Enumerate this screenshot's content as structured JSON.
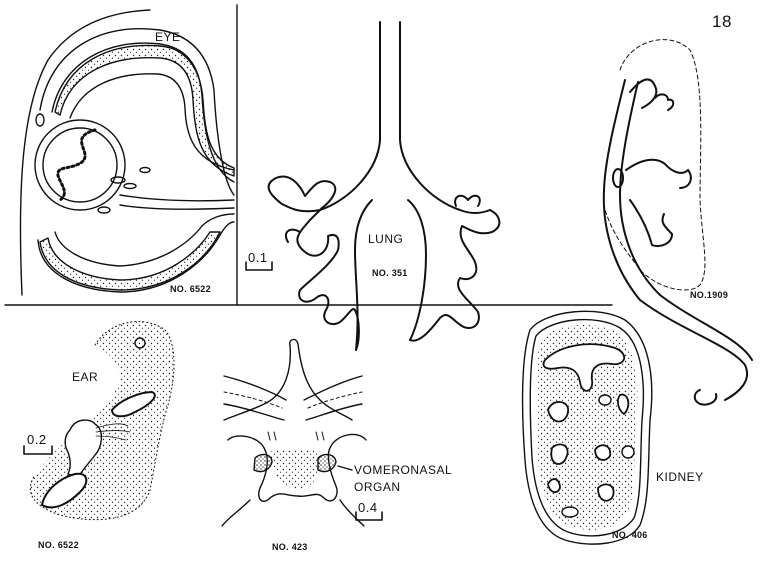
{
  "plate_number": "18",
  "panels": {
    "eye": {
      "label": "EYE",
      "specimen": "NO. 6522"
    },
    "lung": {
      "label": "LUNG",
      "specimen": "NO. 351",
      "scale": "0.1"
    },
    "lung_side": {
      "specimen": "NO.1909"
    },
    "ear": {
      "label": "EAR",
      "specimen": "NO. 6522",
      "scale": "0.2"
    },
    "vomeronasal": {
      "label_line1": "VOMERONASAL",
      "label_line2": "ORGAN",
      "specimen": "NO. 423",
      "scale": "0.4"
    },
    "kidney": {
      "label": "KIDNEY",
      "specimen": "NO. 406"
    }
  }
}
